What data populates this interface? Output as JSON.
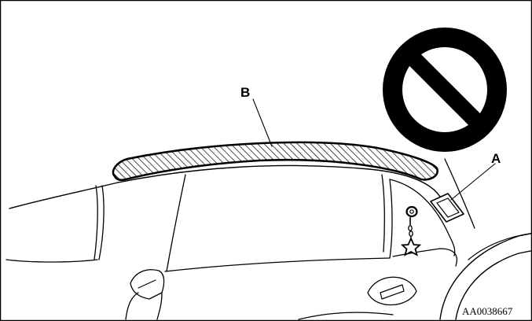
{
  "labels": {
    "callout_b": "B",
    "callout_a": "A"
  },
  "figure_code": "AA0038667",
  "prohibition_sign": {
    "icon": "no-entry-prohibition-icon",
    "color": "#000000"
  },
  "hatched_area": {
    "icon": "hatched-curtain-airbag-zone",
    "pattern": "diagonal-hatch"
  },
  "hanging_object": {
    "icon": "key-ring-star-charm-icon"
  },
  "colors": {
    "line": "#000000",
    "background": "#ffffff"
  }
}
